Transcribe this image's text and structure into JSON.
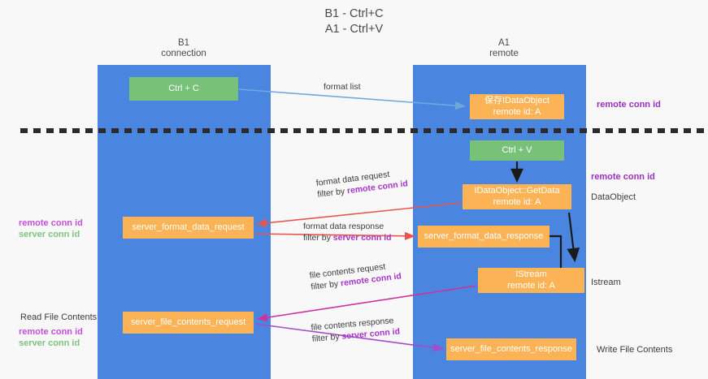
{
  "title": {
    "line1": "B1 - Ctrl+C",
    "line2": "A1 - Ctrl+V"
  },
  "columns": [
    {
      "id": "b1",
      "name": "B1",
      "sub": "connection"
    },
    {
      "id": "a1",
      "name": "A1",
      "sub": "remote"
    }
  ],
  "nodes": {
    "ctrl_c": {
      "line1": "Ctrl + C",
      "line2": "",
      "color": "#77c278"
    },
    "ctrl_v": {
      "line1": "Ctrl + V",
      "line2": "",
      "color": "#77c278"
    },
    "idataobject_save": {
      "line1": "保存IDataObject",
      "line2": "remote id: A",
      "color": "#fbb355"
    },
    "getdata": {
      "line1": "IDataObject::GetData",
      "line2": "remote id: A",
      "color": "#fbb355"
    },
    "istream": {
      "line1": "IStream",
      "line2": "remote id: A",
      "color": "#fbb355"
    },
    "server_format_data_request": {
      "line1": "server_format_data_request",
      "line2": "",
      "color": "#fbb355"
    },
    "server_format_data_response": {
      "line1": "server_format_data_response",
      "line2": "",
      "color": "#fbb355"
    },
    "server_file_contents_request": {
      "line1": "server_file_contents_request",
      "line2": "",
      "color": "#fbb355"
    },
    "server_file_contents_response": {
      "line1": "server_file_contents_response",
      "line2": "",
      "color": "#fbb355"
    }
  },
  "side_labels": {
    "remote_conn_id_top": "remote conn id",
    "remote_conn_id_mid": "remote conn id",
    "dataobject": "DataObject",
    "istream": "Istream",
    "write_file_contents": "Write File Contents"
  },
  "left_labels": {
    "legend_remote": "remote conn id",
    "legend_server": "server conn id",
    "read_file_contents": "Read File Contents",
    "legend2_remote": "remote conn id",
    "legend2_server": "server conn id"
  },
  "edges": {
    "format_list": {
      "label": "format list"
    },
    "format_data_request": {
      "line1": "format data request",
      "line2_prefix": "filter by ",
      "line2_key": "remote conn id"
    },
    "format_data_response": {
      "line1": "format data response",
      "line2_prefix": "filter by ",
      "line2_key": "server conn id"
    },
    "file_contents_request": {
      "line1": "file contents request",
      "line2_prefix": "filter by ",
      "line2_key": "remote conn id"
    },
    "file_contents_response": {
      "line1": "file contents response",
      "line2_prefix": "filter by ",
      "line2_key": "server conn id"
    }
  },
  "colors": {
    "column": "#4a86e0",
    "green": "#77c278",
    "orange": "#fbb355",
    "arrow_blue": "#6fa8dc",
    "arrow_red": "#e8554e",
    "arrow_magenta": "#cc33a0",
    "arrow_purple": "#a64ac9",
    "arrow_black": "#1a1a1a",
    "divider": "#2b2b2b",
    "background": "#f8f8f8"
  }
}
